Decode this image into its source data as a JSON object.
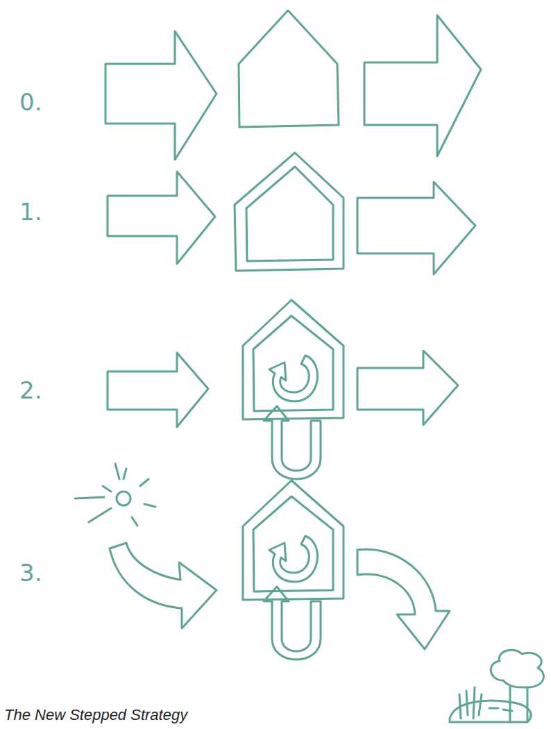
{
  "diagram": {
    "caption": "The New Stepped Strategy",
    "labels": [
      "0.",
      "1.",
      "2.",
      "3."
    ]
  }
}
